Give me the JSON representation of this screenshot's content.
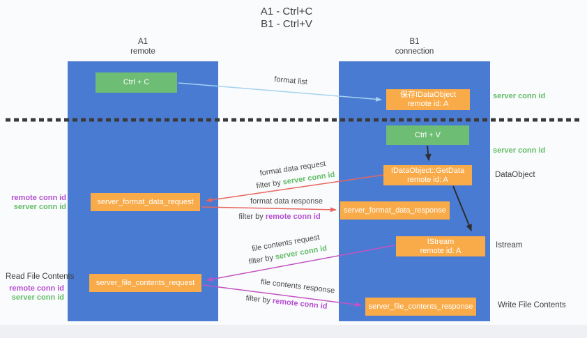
{
  "title": {
    "line1": "A1 - Ctrl+C",
    "line2": "B1 - Ctrl+V"
  },
  "columns": {
    "a": {
      "name": "A1",
      "role": "remote"
    },
    "b": {
      "name": "B1",
      "role": "connection"
    }
  },
  "nodes": {
    "ctrl_c": "Ctrl + C",
    "save_idataobject_line1": "保存IDataObject",
    "save_idataobject_line2": "remote id: A",
    "ctrl_v": "Ctrl + V",
    "getdata_line1": "IDataObject::GetData",
    "getdata_line2": "remote id: A",
    "format_request": "server_format_data_request",
    "format_response": "server_format_data_response",
    "istream_line1": "IStream",
    "istream_line2": "remote id: A",
    "file_request": "server_file_contents_request",
    "file_response": "server_file_contents_response"
  },
  "side_labels": {
    "server_conn_id_top": "server conn id",
    "server_conn_id_mid": "server conn id",
    "dataobject": "DataObject",
    "istream": "Istream",
    "write_file_contents": "Write File Contents",
    "read_file_contents": "Read File Contents",
    "remote_conn_id_1": "remote conn id",
    "server_conn_id_1": "server conn id",
    "remote_conn_id_2": "remote conn id",
    "server_conn_id_2": "server conn id"
  },
  "arrow_labels": {
    "format_list": "format list",
    "format_data_request": "format data request",
    "format_data_response": "format data response",
    "file_contents_request": "file contents request",
    "file_contents_response": "file contents response",
    "filter_by": "filter by ",
    "server_conn_id": "server conn id",
    "remote_conn_id": "remote conn id"
  },
  "colors": {
    "col_blue": "#4a7bd2",
    "box_orange": "#f9ab49",
    "box_green": "#6dbd74",
    "text_dark": "#3e3e3e",
    "text_green": "#62bd68",
    "text_purple": "#b44fd0",
    "arrow_red": "#e8655e",
    "arrow_magenta": "#c353c3",
    "arrow_blue": "#a5d2f0",
    "arrow_black": "#2e2e2e",
    "dotted_line": "#3a3a3a",
    "bg": "#fafbfc",
    "bg_strip": "#eef0f3"
  }
}
